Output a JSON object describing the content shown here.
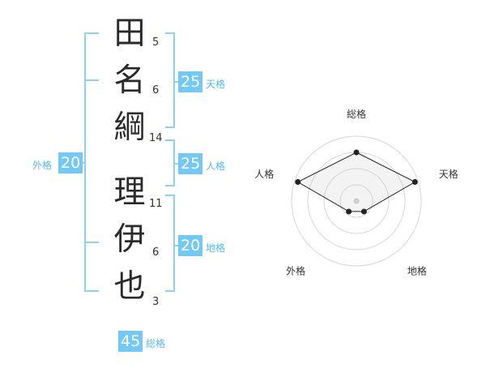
{
  "name_chars": [
    {
      "char": "田",
      "strokes": "5"
    },
    {
      "char": "名",
      "strokes": "6"
    },
    {
      "char": "綱",
      "strokes": "14"
    },
    {
      "char": "理",
      "strokes": "11"
    },
    {
      "char": "伊",
      "strokes": "6"
    },
    {
      "char": "也",
      "strokes": "3"
    }
  ],
  "fortunes": {
    "tenkaku": {
      "value": "25",
      "label": "天格"
    },
    "jinkaku": {
      "value": "25",
      "label": "人格"
    },
    "chikaku": {
      "value": "20",
      "label": "地格"
    },
    "gaikaku": {
      "value": "20",
      "label": "外格"
    },
    "soukaku": {
      "value": "45",
      "label": "総格"
    }
  },
  "colors": {
    "accent": "#74c8f4",
    "bracket": "#8fd0f2",
    "text": "#2a2a2a"
  },
  "chart_data": {
    "type": "radar",
    "axes": [
      "総格",
      "天格",
      "地格",
      "外格",
      "人格"
    ],
    "values": [
      0.75,
      0.95,
      0.2,
      0.2,
      0.95
    ],
    "range": [
      0,
      1
    ],
    "rings": 4
  }
}
